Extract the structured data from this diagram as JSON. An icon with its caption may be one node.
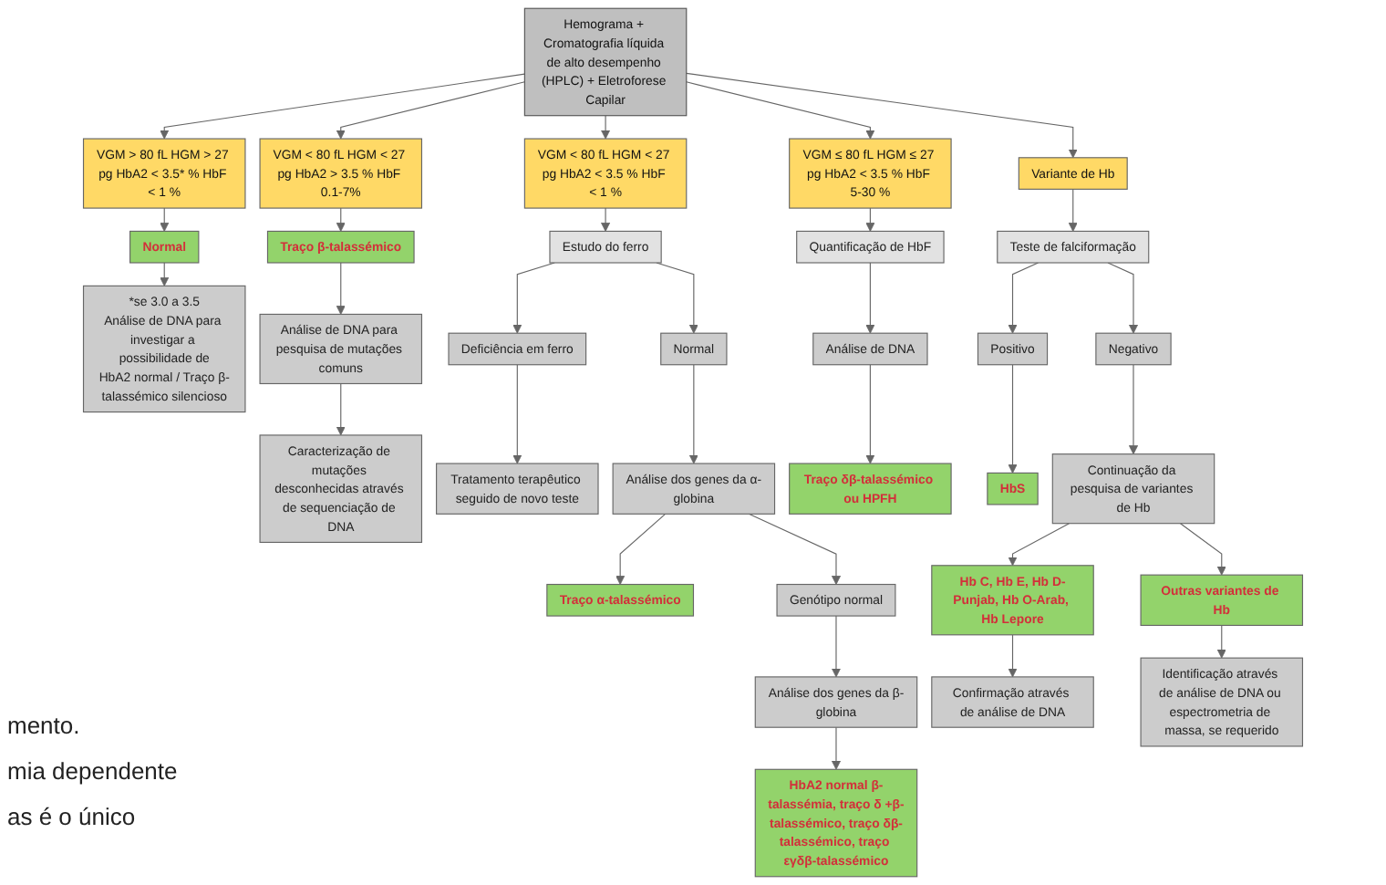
{
  "diagram": {
    "nodes": [
      {
        "text": [
          "Hemograma + Cromatografia líquida de alto desempenho (HPLC) + Eletroforese Capilar"
        ]
      },
      {
        "text": [
          "VGM > 80 fL HGM > 27 pg HbA2 < 3.5* % HbF < 1 %"
        ]
      },
      {
        "text": [
          "Normal"
        ]
      },
      {
        "text": [
          "*se 3.0 a 3.5",
          "Análise de DNA para investigar a possibilidade de",
          "HbA2 normal / Traço β-talassémico silencioso"
        ]
      },
      {
        "text": [
          "VGM < 80 fL HGM < 27 pg HbA2 > 3.5 % HbF 0.1-7%"
        ]
      },
      {
        "text": [
          "Traço β-talassémico"
        ]
      },
      {
        "text": [
          "Análise de DNA para pesquisa de mutações comuns"
        ]
      },
      {
        "text": [
          "Caracterização de mutações desconhecidas através de sequenciação de DNA"
        ]
      },
      {
        "text": [
          "VGM < 80 fL HGM < 27 pg HbA2 < 3.5 % HbF < 1 %"
        ]
      },
      {
        "text": [
          "Estudo do ferro"
        ]
      },
      {
        "text": [
          "Deficiência em ferro"
        ]
      },
      {
        "text": [
          "Normal"
        ]
      },
      {
        "text": [
          "Tratamento terapêutico seguido de novo teste"
        ]
      },
      {
        "text": [
          "Análise dos genes da α-globina"
        ]
      },
      {
        "text": [
          "Traço α-talassémico"
        ]
      },
      {
        "text": [
          "Genótipo normal"
        ]
      },
      {
        "text": [
          "Análise dos genes da β-globina"
        ]
      },
      {
        "text": [
          "HbA2 normal β-talassémia, traço δ +β-talassémico, traço δβ-talassémico, traço εγδβ-talassémico"
        ]
      },
      {
        "text": [
          "VGM ≤ 80 fL HGM ≤ 27 pg HbA2 < 3.5 % HbF 5-30 %"
        ]
      },
      {
        "text": [
          "Quantificação de HbF"
        ]
      },
      {
        "text": [
          "Análise de DNA"
        ]
      },
      {
        "text": [
          "Traço δβ-talassémico ou HPFH"
        ]
      },
      {
        "text": [
          "Variante de Hb"
        ]
      },
      {
        "text": [
          "Teste de falciformação"
        ]
      },
      {
        "text": [
          "Positivo"
        ]
      },
      {
        "text": [
          "Negativo"
        ]
      },
      {
        "text": [
          "HbS"
        ]
      },
      {
        "text": [
          "Continuação da pesquisa de variantes de Hb"
        ]
      },
      {
        "text": [
          "Hb C, Hb E, Hb D-Punjab, Hb O-Arab, Hb Lepore"
        ]
      },
      {
        "text": [
          "Outras variantes de Hb"
        ]
      },
      {
        "text": [
          "Confirmação através de análise de DNA"
        ]
      },
      {
        "text": [
          "Identificação através de análise de DNA ou espectrometria de massa, se requerido"
        ]
      }
    ],
    "edges": [
      {
        "from": 0,
        "to": 1,
        "arrow": "to"
      },
      {
        "from": 0,
        "to": 4,
        "arrow": "to"
      },
      {
        "from": 0,
        "to": 8,
        "arrow": "to"
      },
      {
        "from": 0,
        "to": 18,
        "arrow": "to"
      },
      {
        "from": 0,
        "to": 22,
        "arrow": "to"
      },
      {
        "from": 1,
        "to": 2,
        "arrow": "to"
      },
      {
        "from": 2,
        "to": 3,
        "arrow": "to"
      },
      {
        "from": 4,
        "to": 5,
        "arrow": "to"
      },
      {
        "from": 5,
        "to": 6,
        "arrow": "to"
      },
      {
        "from": 6,
        "to": 7,
        "arrow": "to"
      },
      {
        "from": 8,
        "to": 9,
        "arrow": "to"
      },
      {
        "from": 9,
        "to": 10,
        "arrow": "to"
      },
      {
        "from": 9,
        "to": 11,
        "arrow": "to"
      },
      {
        "from": 10,
        "to": 12,
        "arrow": "to"
      },
      {
        "from": 11,
        "to": 13,
        "arrow": "to"
      },
      {
        "from": 13,
        "to": 14,
        "arrow": "to"
      },
      {
        "from": 13,
        "to": 15,
        "arrow": "to"
      },
      {
        "from": 15,
        "to": 16,
        "arrow": "to"
      },
      {
        "from": 16,
        "to": 17,
        "arrow": "to"
      },
      {
        "from": 18,
        "to": 19,
        "arrow": "to"
      },
      {
        "from": 19,
        "to": 20,
        "arrow": "to"
      },
      {
        "from": 20,
        "to": 21,
        "arrow": "to"
      },
      {
        "from": 22,
        "to": 23,
        "arrow": "to"
      },
      {
        "from": 23,
        "to": 24,
        "arrow": "to"
      },
      {
        "from": 23,
        "to": 25,
        "arrow": "to"
      },
      {
        "from": 24,
        "to": 26,
        "arrow": "to"
      },
      {
        "from": 25,
        "to": 27,
        "arrow": "to"
      },
      {
        "from": 27,
        "to": 28,
        "arrow": "to"
      },
      {
        "from": 27,
        "to": 29,
        "arrow": "to"
      },
      {
        "from": 28,
        "to": 30,
        "arrow": "to"
      },
      {
        "from": 29,
        "to": 31,
        "arrow": "to"
      }
    ],
    "labels": [
      "mento.",
      "mia dependente",
      "as é o único"
    ]
  }
}
